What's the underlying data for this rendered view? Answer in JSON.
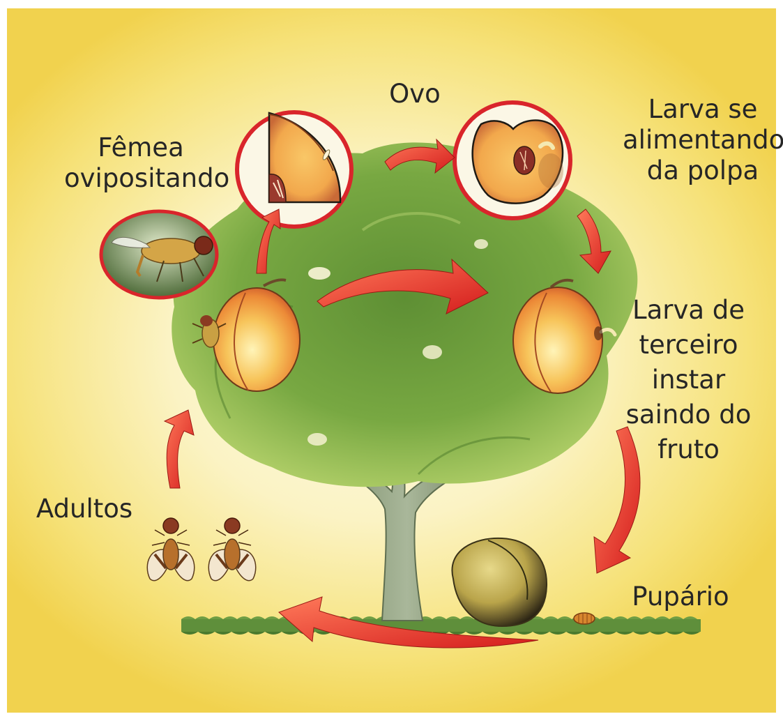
{
  "diagram": {
    "stages": {
      "femea": [
        "Fêmea",
        "ovipositando"
      ],
      "ovo": "Ovo",
      "larva_polpa": [
        "Larva se",
        "alimentando",
        "da polpa"
      ],
      "larva_terceiro": [
        "Larva de",
        "terceiro",
        "instar",
        "saindo do",
        "fruto"
      ],
      "pupario": "Pupário",
      "adultos": "Adultos"
    },
    "colors": {
      "arrow": "#e2322b",
      "circle_border": "#d9252b",
      "foliage": "#7aa640",
      "trunk": "#93a386",
      "peach": "#f2a43c",
      "background": "#fbf3c4"
    }
  }
}
